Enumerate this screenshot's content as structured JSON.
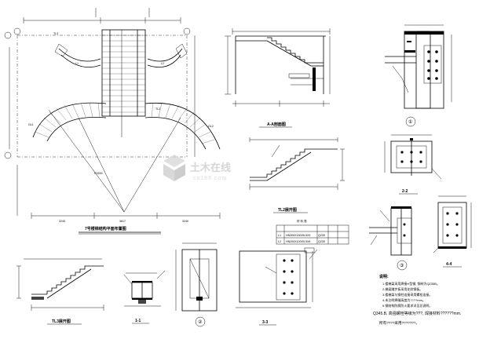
{
  "views": {
    "plan_title": "7号楼梯结构平面布置图",
    "section_aa": "A-A剖面图",
    "tl2_elevation": "TL2展开图",
    "tl3_elevation": "TL3展开图",
    "detail_1": "①",
    "detail_2": "②",
    "detail_3": "③",
    "section_11": "1-1",
    "section_22": "2-2",
    "section_33": "3-3",
    "section_44": "4-4"
  },
  "plan_labels": {
    "tl3": "TL3",
    "tl2": "TL2",
    "l1": "L1",
    "l2": "L2",
    "gl1": "GL1",
    "gl2": "GL2",
    "dim_bottom_left": "3240",
    "dim_bottom_mid": "3617",
    "dim_bottom_right": "3240",
    "dim_radius": "R3200"
  },
  "table": {
    "title": "材 料 表",
    "rows": [
      [
        "L1",
        "HN300X150X6.5X9",
        "Q235",
        "",
        ""
      ],
      [
        "L2",
        "HN200X100X5.5X8",
        "Q235",
        "",
        ""
      ]
    ]
  },
  "notes": {
    "title": "说明:",
    "lines": [
      "1.楼梯梁采用焊接H型钢, 钢材为Q235B。",
      "2.梯梁踏步板采用花纹钢板。",
      "3.楼梯梁与钢柱连接采用螺栓连接。",
      "4.未注明焊缝高度为????mm。",
      "5.钢结构防腐防火要求详见总说明。"
    ],
    "line_q345": "Q345.B, 高强螺栓等级为???, 焊接材料??????mm.",
    "line_last": "所有????采用???????。"
  },
  "watermark": {
    "main": "土木在线",
    "sub": "co188.com"
  }
}
